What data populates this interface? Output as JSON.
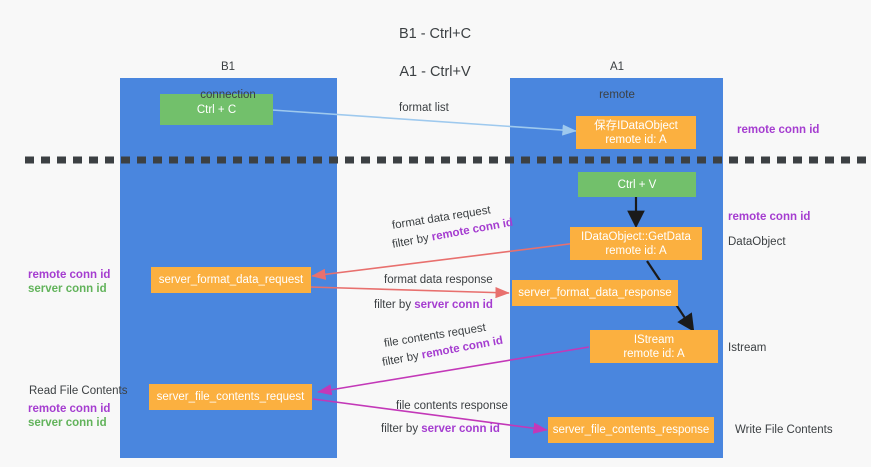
{
  "title": {
    "line1": "B1 - Ctrl+C",
    "line2": "A1 - Ctrl+V"
  },
  "colors": {
    "column": "#4a86de",
    "green_node": "#72c06b",
    "orange_node": "#fbb040",
    "purple_text": "#a53dd0",
    "green_text": "#62b35b",
    "blue_arrow": "#9ec9ee",
    "red_arrow": "#e8706e",
    "magenta_arrow": "#c338b8",
    "black_arrow": "#1a1a1a",
    "divider": "#3c4043",
    "background": "#f8f8f8"
  },
  "columns": [
    {
      "id": "left",
      "name": "B1",
      "sub": "connection"
    },
    {
      "id": "right",
      "name": "A1",
      "sub": "remote"
    }
  ],
  "nodes": [
    {
      "id": "ctrl-c",
      "kind": "green",
      "line1": "Ctrl + C",
      "line2": ""
    },
    {
      "id": "save-idataobject",
      "kind": "orange",
      "line1": "保存IDataObject",
      "line2": "remote id: A"
    },
    {
      "id": "ctrl-v",
      "kind": "green",
      "line1": "Ctrl + V",
      "line2": ""
    },
    {
      "id": "idataobject-getdata",
      "kind": "orange",
      "line1": "IDataObject::GetData",
      "line2": "remote id: A"
    },
    {
      "id": "server-format-data-request",
      "kind": "orange",
      "line1": "server_format_data_request",
      "line2": ""
    },
    {
      "id": "server-format-data-response",
      "kind": "orange",
      "line1": "server_format_data_response",
      "line2": ""
    },
    {
      "id": "istream",
      "kind": "orange",
      "line1": "IStream",
      "line2": "remote id: A"
    },
    {
      "id": "server-file-contents-request",
      "kind": "orange",
      "line1": "server_file_contents_request",
      "line2": ""
    },
    {
      "id": "server-file-contents-response",
      "kind": "orange",
      "line1": "server_file_contents_response",
      "line2": ""
    }
  ],
  "edge_labels": {
    "format_list": "format list",
    "format_data_request": "format data request",
    "format_data_request_filter_prefix": "filter by ",
    "format_data_request_filter_value": "remote conn id",
    "format_data_response": "format data response",
    "format_data_response_filter_prefix": "filter by ",
    "format_data_response_filter_value": "server conn id",
    "file_contents_request": "file contents request",
    "file_contents_request_filter_prefix": "filter by ",
    "file_contents_request_filter_value": "remote conn id",
    "file_contents_response": "file contents response",
    "file_contents_response_filter_prefix": "filter by ",
    "file_contents_response_filter_value": "server conn id"
  },
  "annotations": {
    "right_remote_conn_id_top": "remote conn id",
    "right_remote_conn_id_mid": "remote conn id",
    "right_dataobject": "DataObject",
    "right_istream": "Istream",
    "right_write_file_contents": "Write File Contents",
    "left_remote_conn_id_mid": "remote conn id",
    "left_server_conn_id_mid": "server conn id",
    "left_read_file_contents": "Read File Contents",
    "left_remote_conn_id_bottom": "remote conn id",
    "left_server_conn_id_bottom": "server conn id"
  }
}
